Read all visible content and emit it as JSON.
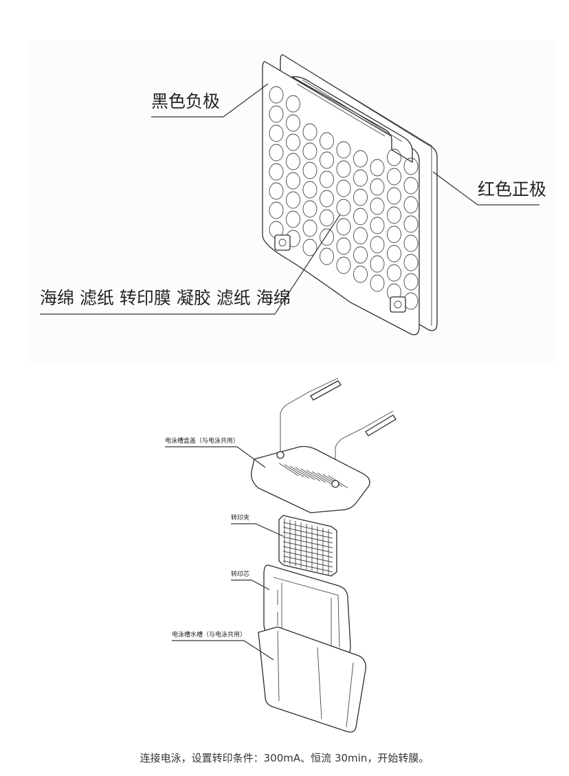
{
  "top_diagram": {
    "label_negative": "黑色负极",
    "label_positive": "红色正极",
    "label_stack": "海绵 滤纸 转印膜 凝胶 滤纸 海绵"
  },
  "bottom_diagram": {
    "label_lid": "电泳槽盒盖（与电泳共用）",
    "label_clamp": "转印夹",
    "label_core": "转印芯",
    "label_tank": "电泳槽水槽（与电泳共用）"
  },
  "caption": "连接电泳，设置转印条件：300mA、恒流 30min，开始转膜。"
}
